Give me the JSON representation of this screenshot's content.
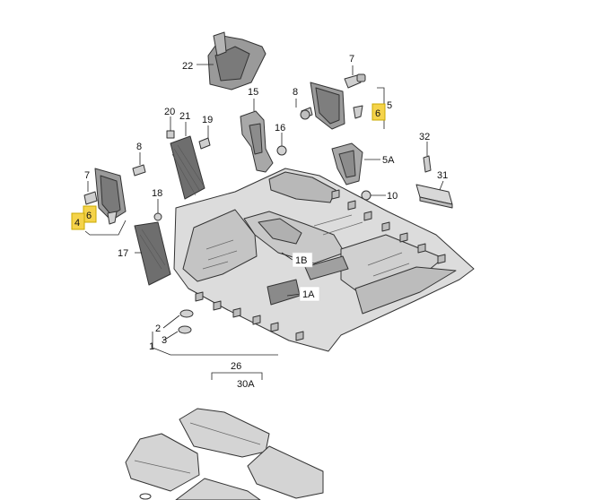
{
  "callouts": [
    {
      "id": "c22",
      "text": "22"
    },
    {
      "id": "c7a",
      "text": "7"
    },
    {
      "id": "c8a",
      "text": "8"
    },
    {
      "id": "c15",
      "text": "15"
    },
    {
      "id": "c5",
      "text": "5"
    },
    {
      "id": "c6a",
      "text": "6"
    },
    {
      "id": "c16",
      "text": "16"
    },
    {
      "id": "c20",
      "text": "20"
    },
    {
      "id": "c21",
      "text": "21"
    },
    {
      "id": "c19",
      "text": "19"
    },
    {
      "id": "c8b",
      "text": "8"
    },
    {
      "id": "c32",
      "text": "32"
    },
    {
      "id": "c5a",
      "text": "5A"
    },
    {
      "id": "c7b",
      "text": "7"
    },
    {
      "id": "c18",
      "text": "18"
    },
    {
      "id": "c10",
      "text": "10"
    },
    {
      "id": "c31",
      "text": "31"
    },
    {
      "id": "c6b",
      "text": "6"
    },
    {
      "id": "c4",
      "text": "4"
    },
    {
      "id": "c17",
      "text": "17"
    },
    {
      "id": "c1b",
      "text": "1B"
    },
    {
      "id": "c1a",
      "text": "1A"
    },
    {
      "id": "c2",
      "text": "2"
    },
    {
      "id": "c3",
      "text": "3"
    },
    {
      "id": "c1",
      "text": "1"
    },
    {
      "id": "c26",
      "text": "26"
    },
    {
      "id": "c30a",
      "text": "30A"
    }
  ],
  "colors": {
    "highlight": "#f5d34a",
    "carpet_light": "#dcdcdc",
    "carpet_mid": "#b8b8b8",
    "carpet_dark": "#8a8a8a",
    "panel_dark": "#6e6e6e",
    "outline": "#333333"
  }
}
